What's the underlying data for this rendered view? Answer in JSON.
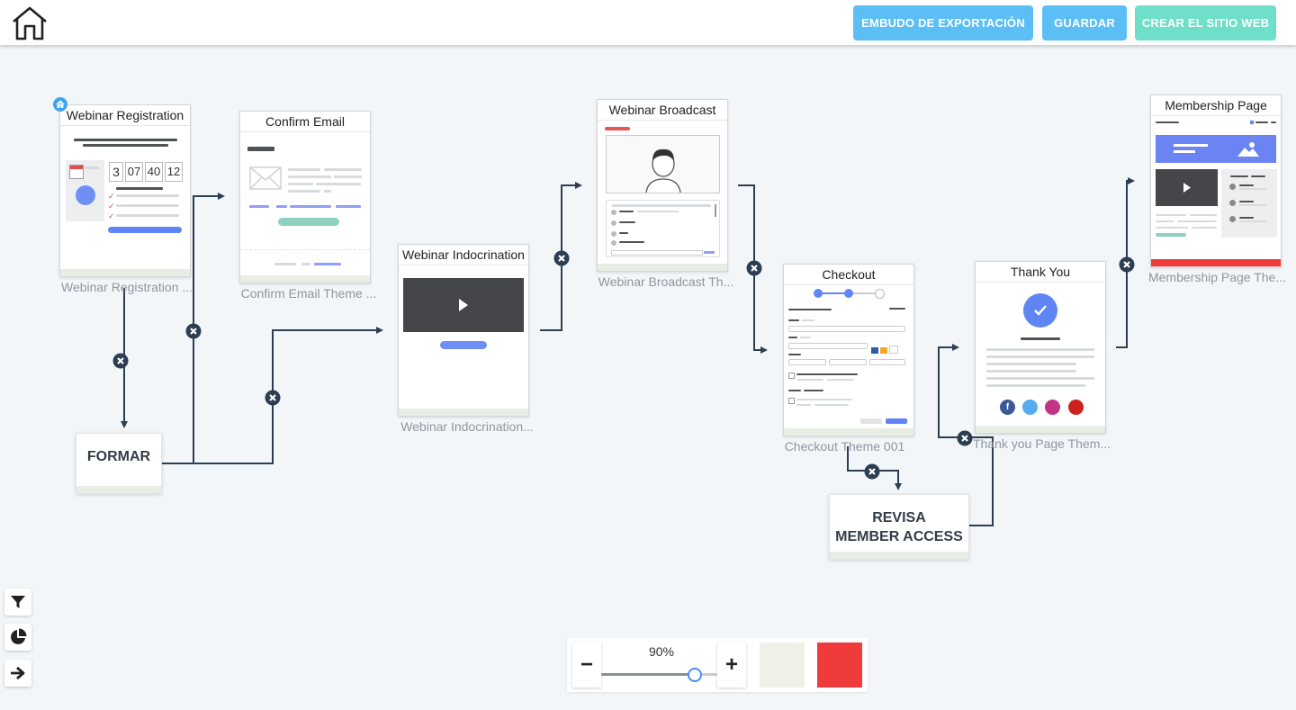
{
  "colors": {
    "primary_button": "#5bbff5",
    "secondary_button": "#6fdfc9",
    "connector": "#2c3e50",
    "canvas": "#f3f6f9",
    "swatch_light": "#edf1e8",
    "swatch_red": "#ef3b3b"
  },
  "toolbar": {
    "home_icon": "home-icon",
    "export_label": "EMBUDO DE EXPORTACIÓN",
    "save_label": "GUARDAR",
    "site_label": "CREAR EL SITIO WEB"
  },
  "steps": {
    "webinar_registration": {
      "title": "Webinar Registration",
      "subtitle": "Webinar Registration ...",
      "is_start": true,
      "countdown": [
        "3",
        "07",
        "40",
        "12"
      ]
    },
    "confirm_email": {
      "title": "Confirm Email",
      "subtitle": "Confirm Email Theme ..."
    },
    "webinar_indoctrination": {
      "title": "Webinar Indocrination",
      "subtitle": "Webinar Indocrination..."
    },
    "webinar_broadcast": {
      "title": "Webinar Broadcast",
      "subtitle": "Webinar Broadcast Th..."
    },
    "checkout": {
      "title": "Checkout",
      "subtitle": "Checkout Theme 001"
    },
    "thank_you": {
      "title": "Thank You",
      "subtitle": "Thank you Page Them..."
    },
    "membership": {
      "title": "Membership Page",
      "subtitle": "Membership Page The..."
    }
  },
  "actions": {
    "form": {
      "line1": "FORMAR"
    },
    "check_access": {
      "line1": "REVISA",
      "line2": "MEMBER ACCESS"
    }
  },
  "zoom": {
    "minus": "−",
    "plus": "+",
    "level_label": "90%",
    "level": 0.81
  },
  "sidebar_tools": [
    "filter-icon",
    "pie-chart-icon",
    "arrow-right-icon"
  ]
}
